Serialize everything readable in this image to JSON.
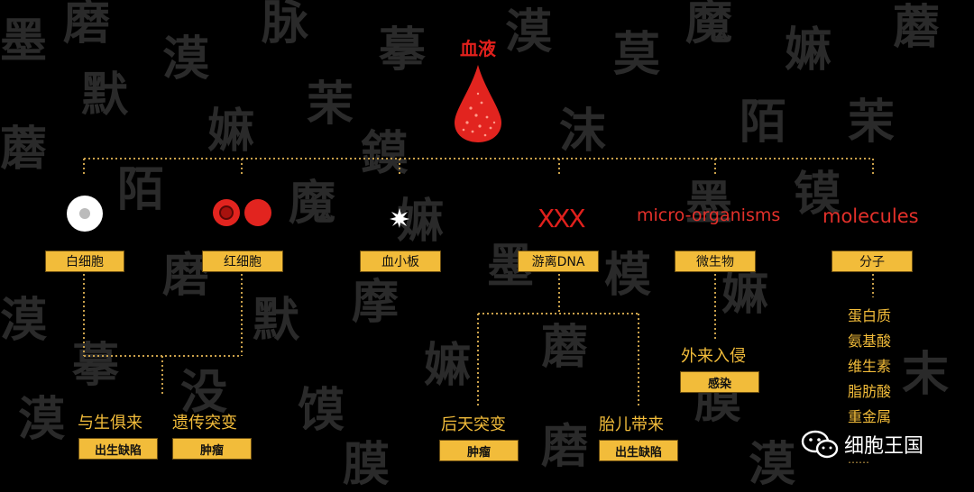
{
  "title": "血液",
  "nodes": {
    "white_cell": {
      "label": "白细胞"
    },
    "red_cell": {
      "label": "红细胞"
    },
    "platelet": {
      "label": "血小板"
    },
    "free_dna": {
      "label": "游离DNA",
      "symbol": "XXX"
    },
    "microbe": {
      "label": "微生物",
      "caption": "micro-organisms"
    },
    "molecule": {
      "label": "分子",
      "caption": "molecules"
    }
  },
  "branches": {
    "congenital": {
      "label": "与生俱来",
      "tag": "出生缺陷"
    },
    "hereditary": {
      "label": "遗传突变",
      "tag": "肿瘤"
    },
    "acquired": {
      "label": "后天突变",
      "tag": "肿瘤"
    },
    "fetal": {
      "label": "胎儿带来",
      "tag": "出生缺陷"
    },
    "invasion": {
      "label": "外来入侵",
      "tag": "感染"
    }
  },
  "molecules_list": [
    "蛋白质",
    "氨基酸",
    "维生素",
    "脂肪酸",
    "重金属",
    "……"
  ],
  "watermark": "细胞王国",
  "colors": {
    "accent": "#f2bc3a",
    "red": "#e0201c",
    "background": "#000000"
  }
}
